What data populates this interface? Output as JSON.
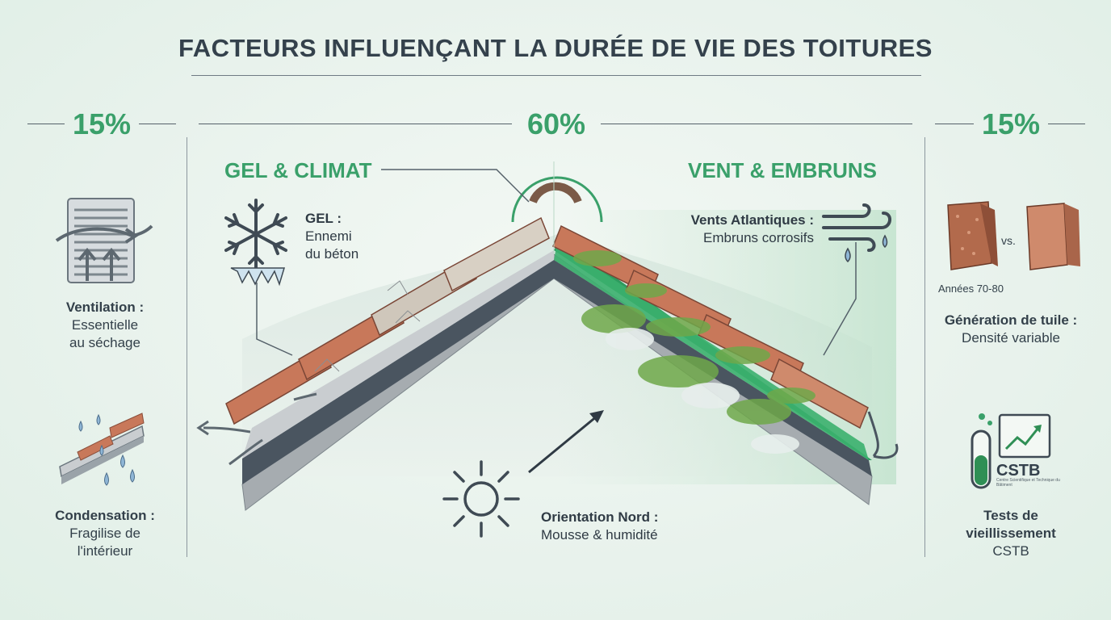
{
  "title": "FACTEURS INFLUENÇANT LA DURÉE DE VIE DES TOITURES",
  "left": {
    "percent": "15%",
    "items": [
      {
        "title": "Ventilation :",
        "text1": "Essentielle",
        "text2": "au séchage"
      },
      {
        "title": "Condensation :",
        "text1": "Fragilise de",
        "text2": "l'intérieur"
      }
    ]
  },
  "center": {
    "percent": "60%",
    "gel_section": "GEL & CLIMAT",
    "vent_section": "VENT & EMBRUNS",
    "gel_title": "GEL :",
    "gel_text1": "Ennemi",
    "gel_text2": "du béton",
    "vent_title": "Vents Atlantiques :",
    "vent_text": "Embruns corrosifs",
    "orient_title": "Orientation Nord :",
    "orient_text": "Mousse & humidité"
  },
  "right": {
    "percent": "15%",
    "vs": "vs.",
    "years": "Années 70-80",
    "gen_title": "Génération de tuile :",
    "gen_text": "Densité variable",
    "cstb_logo": "CSTB",
    "cstb_fine": "Centre Scientifique et Technique du Bâtiment",
    "tests_title1": "Tests de",
    "tests_title2": "vieillissement",
    "tests_text": "CSTB"
  },
  "colors": {
    "accent": "#3aa06a",
    "tile": "#c8785a",
    "moss": "#6fa84a",
    "dark": "#4a5560"
  },
  "icons": [
    "vent-grille-icon",
    "condensation-icon",
    "snowflake-icon",
    "wind-icon",
    "sun-icon",
    "tile-icon",
    "test-tube-icon",
    "chart-icon"
  ]
}
